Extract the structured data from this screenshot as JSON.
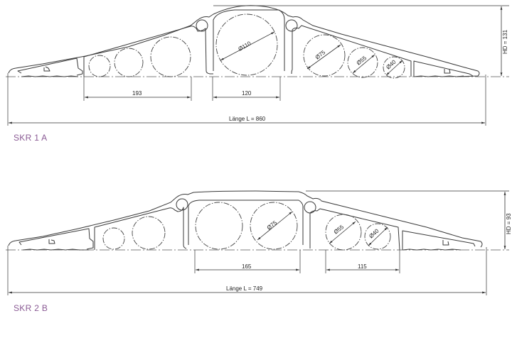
{
  "drawings": [
    {
      "id": "skr1a",
      "label": "SKR 1 A",
      "length_label": "Länge L = 860",
      "height_label": "HD = 131",
      "dim_left": "193",
      "dim_right": "120",
      "circle_labels": [
        "Ø110",
        "Ø75",
        "Ø55",
        "Ø40"
      ]
    },
    {
      "id": "skr2b",
      "label": "SKR 2 B",
      "length_label": "Länge L = 749",
      "height_label": "HD = 93",
      "dim_left": "165",
      "dim_right": "115",
      "circle_labels": [
        "Ø75",
        "Ø55",
        "Ø40"
      ]
    }
  ],
  "colors": {
    "label": "#8a5a94",
    "line": "#3a3a3a"
  }
}
